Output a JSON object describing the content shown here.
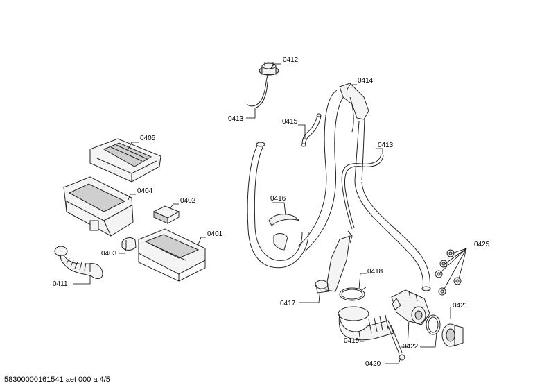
{
  "labels": {
    "p0412": "0412",
    "p0413a": "0413",
    "p0414": "0414",
    "p0415": "0415",
    "p0413b": "0413",
    "p0405": "0405",
    "p0404": "0404",
    "p0402": "0402",
    "p0416": "0416",
    "p0401": "0401",
    "p0403": "0403",
    "p0425": "0425",
    "p0411": "0411",
    "p0418": "0418",
    "p0421": "0421",
    "p0417": "0417",
    "p0419": "0419",
    "p0422": "0422",
    "p0420": "0420"
  },
  "footer": {
    "code": "58300000161541 aet 000 a 4/5"
  }
}
